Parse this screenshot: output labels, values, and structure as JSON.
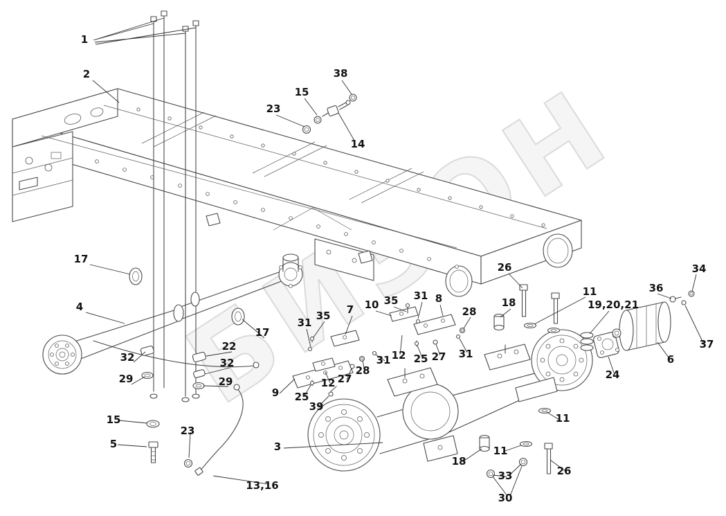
{
  "watermark": "БИЗОН",
  "colors": {
    "background": "#ffffff",
    "line": "#474747",
    "label": "#121212",
    "watermark": "#c2c2c2"
  },
  "callouts": [
    {
      "label": "1"
    },
    {
      "label": "2"
    },
    {
      "label": "38"
    },
    {
      "label": "15"
    },
    {
      "label": "23"
    },
    {
      "label": "14"
    },
    {
      "label": "17"
    },
    {
      "label": "26"
    },
    {
      "label": "34"
    },
    {
      "label": "36"
    },
    {
      "label": "11"
    },
    {
      "label": "18"
    },
    {
      "label": "10"
    },
    {
      "label": "35"
    },
    {
      "label": "31"
    },
    {
      "label": "8"
    },
    {
      "label": "28"
    },
    {
      "label": "19,20,21"
    },
    {
      "label": "4"
    },
    {
      "label": "7"
    },
    {
      "label": "35"
    },
    {
      "label": "31"
    },
    {
      "label": "17"
    },
    {
      "label": "22"
    },
    {
      "label": "32"
    },
    {
      "label": "12"
    },
    {
      "label": "25"
    },
    {
      "label": "27"
    },
    {
      "label": "31"
    },
    {
      "label": "37"
    },
    {
      "label": "6"
    },
    {
      "label": "24"
    },
    {
      "label": "32"
    },
    {
      "label": "29"
    },
    {
      "label": "29"
    },
    {
      "label": "31"
    },
    {
      "label": "28"
    },
    {
      "label": "27"
    },
    {
      "label": "12"
    },
    {
      "label": "9"
    },
    {
      "label": "25"
    },
    {
      "label": "39"
    },
    {
      "label": "11"
    },
    {
      "label": "15"
    },
    {
      "label": "5"
    },
    {
      "label": "23"
    },
    {
      "label": "3"
    },
    {
      "label": "18"
    },
    {
      "label": "11"
    },
    {
      "label": "33"
    },
    {
      "label": "26"
    },
    {
      "label": "13,16"
    },
    {
      "label": "30"
    }
  ]
}
